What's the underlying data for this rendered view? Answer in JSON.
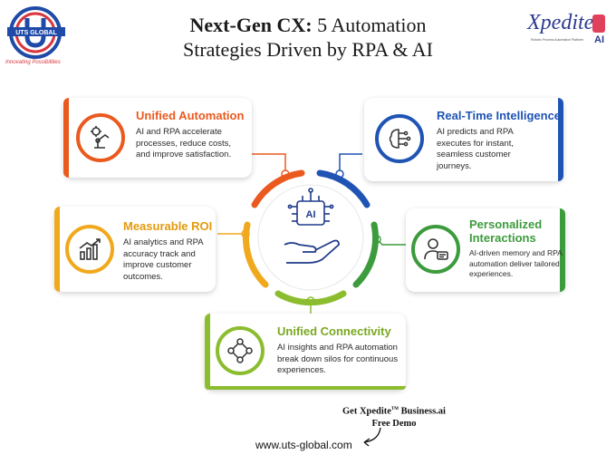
{
  "header": {
    "title_bold": "Next-Gen CX:",
    "title_rest": " 5 Automation",
    "title_line2": "Strategies Driven by RPA & AI"
  },
  "logo_left": {
    "text": "UTS GLOBAL",
    "tagline": "Innovating Possibilities"
  },
  "logo_right": {
    "text": "Xpedite",
    "suffix": "AI",
    "sub": "Robotic Process Automation Platform"
  },
  "center": {
    "label": "AI"
  },
  "cards": [
    {
      "id": "unified-automation",
      "title": "Unified Automation",
      "color": "#ea5a1f",
      "text": [
        "AI and RPA accelerate",
        "processes, reduce costs,",
        "and improve satisfaction."
      ],
      "icon": "robotic-arm-gear-icon"
    },
    {
      "id": "real-time-intelligence",
      "title": "Real-Time Intelligence",
      "color": "#1f54b4",
      "text": [
        "AI predicts and RPA",
        "executes for instant,",
        "seamless customer",
        "journeys."
      ],
      "icon": "brain-circuit-icon"
    },
    {
      "id": "measurable-roi",
      "title": "Measurable ROI",
      "color": "#f0a91c",
      "text": [
        "AI analytics and RPA",
        "accuracy track and",
        "improve customer",
        "outcomes."
      ],
      "icon": "growth-chart-icon"
    },
    {
      "id": "personalized-interactions",
      "title_lines": [
        "Personalized",
        "Interactions"
      ],
      "color": "#3c9b3c",
      "text": [
        "AI-driven memory and RPA",
        "automation deliver tailored",
        "experiences."
      ],
      "icon": "user-chat-icon"
    },
    {
      "id": "unified-connectivity",
      "title": "Unified Connectivity",
      "color": "#8bbd2f",
      "text": [
        "AI insights and RPA automation",
        "break down silos for continuous",
        "experiences."
      ],
      "icon": "network-nodes-icon"
    }
  ],
  "footer": {
    "cta_line1_a": "Get Xpedite",
    "cta_tm": "TM",
    "cta_line1_b": " Business.ai",
    "cta_line2": "Free Demo",
    "url": "www.uts-global.com"
  }
}
